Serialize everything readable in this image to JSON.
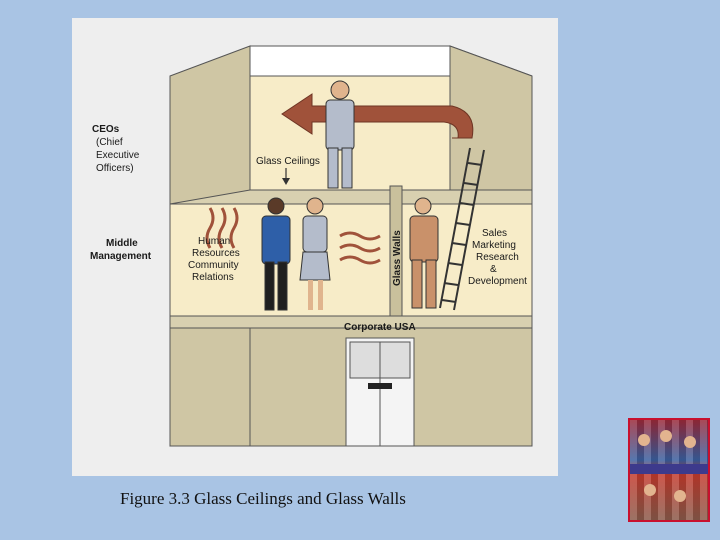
{
  "diagram": {
    "levels": {
      "ceo": [
        "CEOs",
        "(Chief",
        "Executive",
        "Officers)"
      ],
      "middle": [
        "Middle",
        "Management"
      ]
    },
    "ceiling_label": "Glass Ceilings",
    "walls_label": "Glass Walls",
    "left_departments": [
      "Human",
      "Resources",
      "Community",
      "Relations"
    ],
    "right_departments": [
      "Sales",
      "Marketing",
      "Research",
      "&",
      "Development"
    ],
    "ground_label": "Corporate USA",
    "colors": {
      "building_wall": "#cfc6a4",
      "upper_room": "#f7ecc8",
      "arrow": "#a0523a",
      "suit_blue": "#2e5fa8",
      "suit_grey": "#b4bccb",
      "suit_tan": "#c9916a"
    }
  },
  "caption": "Figure 3.3 Glass Ceilings and Glass Walls",
  "book_cover": {
    "icon": "book-cover-thumbnail"
  }
}
